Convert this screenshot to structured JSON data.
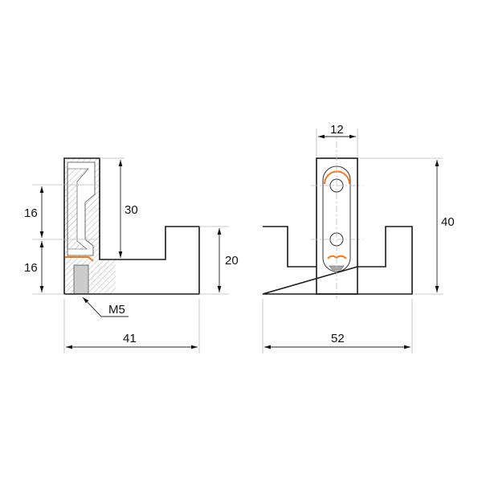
{
  "side_view": {
    "dims": {
      "height_slot": "30",
      "upper_pitch": "16",
      "lower_pitch": "16",
      "step_height": "20",
      "width": "41"
    },
    "thread_label": "M5"
  },
  "front_view": {
    "dims": {
      "post_width": "12",
      "height": "40",
      "width": "52"
    }
  },
  "colors": {
    "accent": "#f07a22",
    "line": "#1a1a1a",
    "hatch": "#999999"
  }
}
